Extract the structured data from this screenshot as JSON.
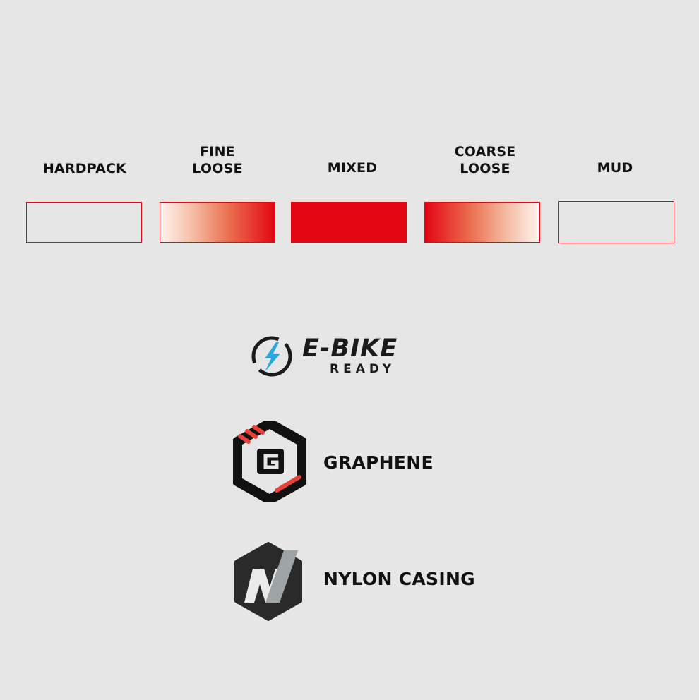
{
  "terrain": [
    {
      "id": "hardpack",
      "lines": [
        "HARDPACK"
      ],
      "fill": "none"
    },
    {
      "id": "fine-loose",
      "lines": [
        "FINE",
        "LOOSE"
      ],
      "fill": "gradient-right"
    },
    {
      "id": "mixed",
      "lines": [
        "MIXED"
      ],
      "fill": "solid"
    },
    {
      "id": "coarse-loose",
      "lines": [
        "COARSE",
        "LOOSE"
      ],
      "fill": "gradient-left"
    },
    {
      "id": "mud",
      "lines": [
        "MUD"
      ],
      "fill": "none"
    }
  ],
  "accent_color": "#e30613",
  "ebike": {
    "title": "E-BIKE",
    "subtitle": "READY",
    "icon": "lightning-bolt-icon",
    "bolt_color": "#29a8e0"
  },
  "features": [
    {
      "label": "GRAPHENE",
      "icon": "graphene-g-hexagon-icon"
    },
    {
      "label": "NYLON CASING",
      "icon": "nylon-n-hexagon-icon"
    }
  ]
}
